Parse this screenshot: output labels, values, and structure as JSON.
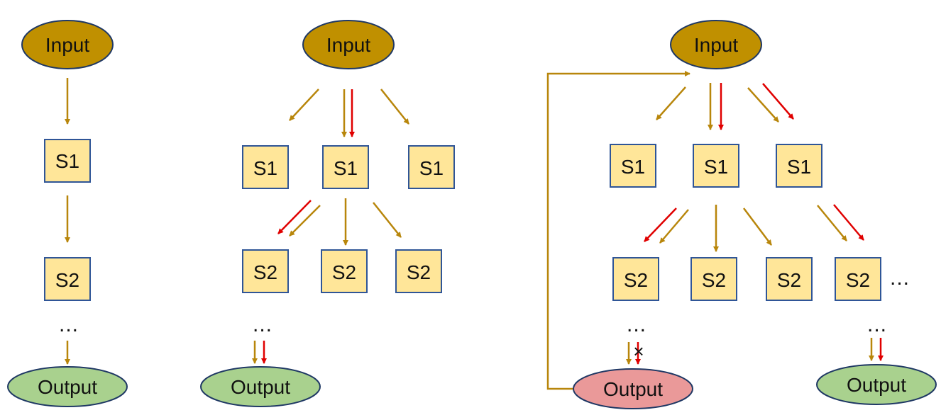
{
  "colors": {
    "input_fill": "#C09000",
    "state_fill": "#FFE699",
    "state_stroke": "#2F5597",
    "output_fill": "#A9D18E",
    "failed_output_fill": "#EA9999",
    "gold_arrow": "#B8860B",
    "red_arrow": "#E00000"
  },
  "labels": {
    "input": "Input",
    "output": "Output",
    "s1": "S1",
    "s2": "S2",
    "ellipsis": "...",
    "cross": "×"
  }
}
